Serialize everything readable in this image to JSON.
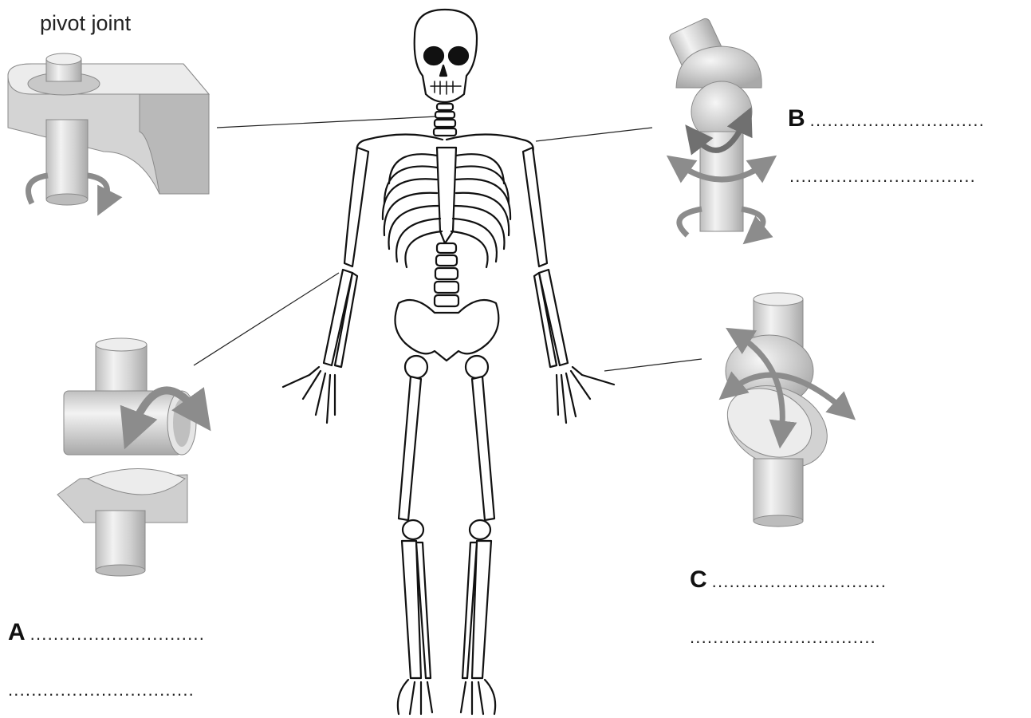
{
  "title_label": "pivot joint",
  "answer_labels": {
    "a": "A",
    "b": "B",
    "c": "C"
  },
  "answer_line": "..............................",
  "answer_line_short": "................................",
  "colors": {
    "joint_fill": "#d6d6d6",
    "joint_dark": "#9a9a9a",
    "arrow": "#8c8c8c",
    "ink": "#111111"
  },
  "icons": [
    "skeleton-icon",
    "pivot-joint-icon",
    "ball-socket-joint-icon",
    "hinge-joint-icon",
    "condyloid-joint-icon",
    "rotation-arrow-icon"
  ]
}
